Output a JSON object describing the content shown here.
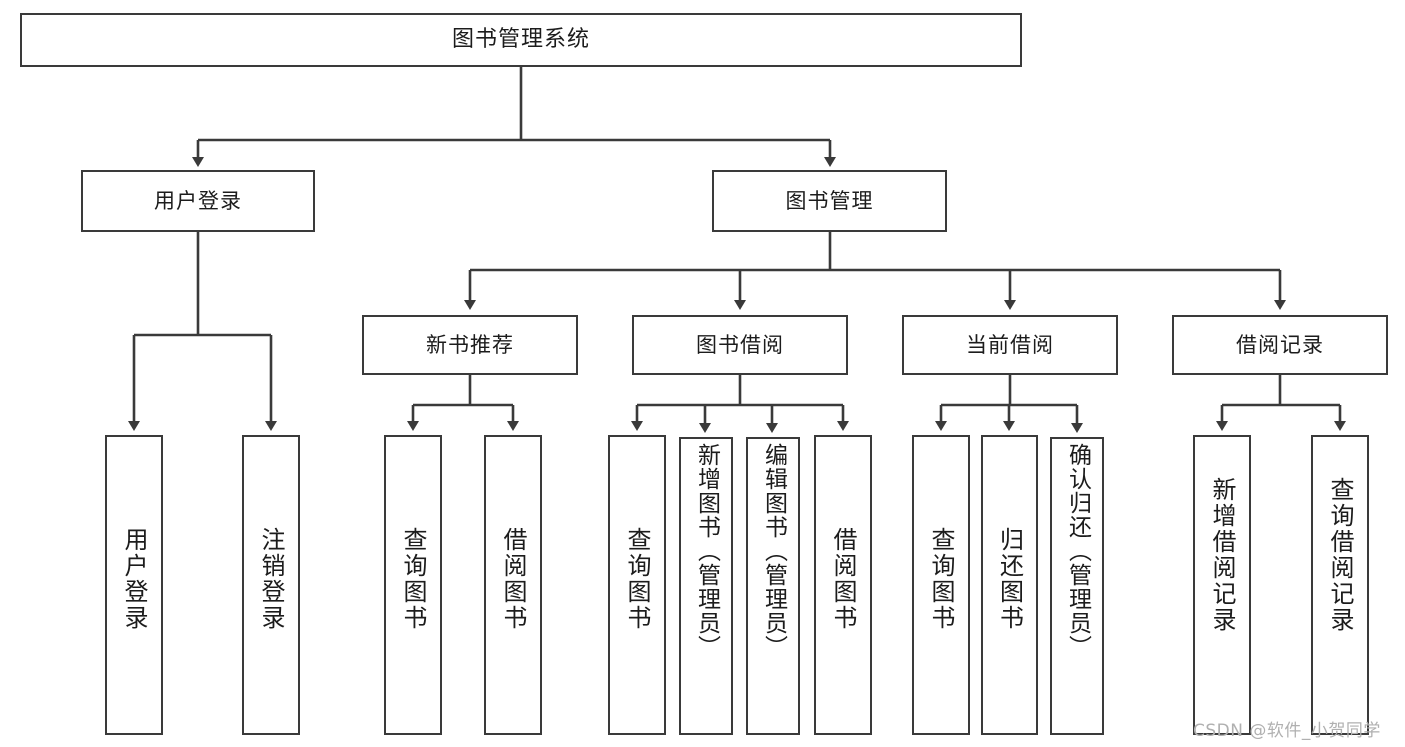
{
  "diagram": {
    "type": "tree-hierarchy-chart",
    "title": "图书管理系统",
    "orientation": "top-down",
    "colors": {
      "box_border": "#3a3a3a",
      "box_fill": "#ffffff",
      "connector": "#3a3a3a",
      "text": "#1c1c1c",
      "watermark": "#b0b0b0",
      "background": "#ffffff"
    }
  },
  "root": {
    "label": "图书管理系统"
  },
  "level2": [
    {
      "label": "用户登录"
    },
    {
      "label": "图书管理"
    }
  ],
  "level3": [
    {
      "label": "新书推荐"
    },
    {
      "label": "图书借阅"
    },
    {
      "label": "当前借阅"
    },
    {
      "label": "借阅记录"
    }
  ],
  "leaves": {
    "user_login": [
      {
        "label": "用户登录"
      },
      {
        "label": "注销登录"
      }
    ],
    "new_book_recommend": [
      {
        "label": "查询图书"
      },
      {
        "label": "借阅图书"
      }
    ],
    "book_borrow": [
      {
        "label": "查询图书"
      },
      {
        "label": "新增图书（管理员）"
      },
      {
        "label": "编辑图书（管理员）"
      },
      {
        "label": "借阅图书"
      }
    ],
    "current_borrow": [
      {
        "label": "查询图书"
      },
      {
        "label": "归还图书"
      },
      {
        "label": "确认归还（管理员）"
      }
    ],
    "borrow_record": [
      {
        "label": "新增借阅记录"
      },
      {
        "label": "查询借阅记录"
      }
    ]
  },
  "watermark": {
    "text": "CSDN @软件_小贺同学"
  }
}
